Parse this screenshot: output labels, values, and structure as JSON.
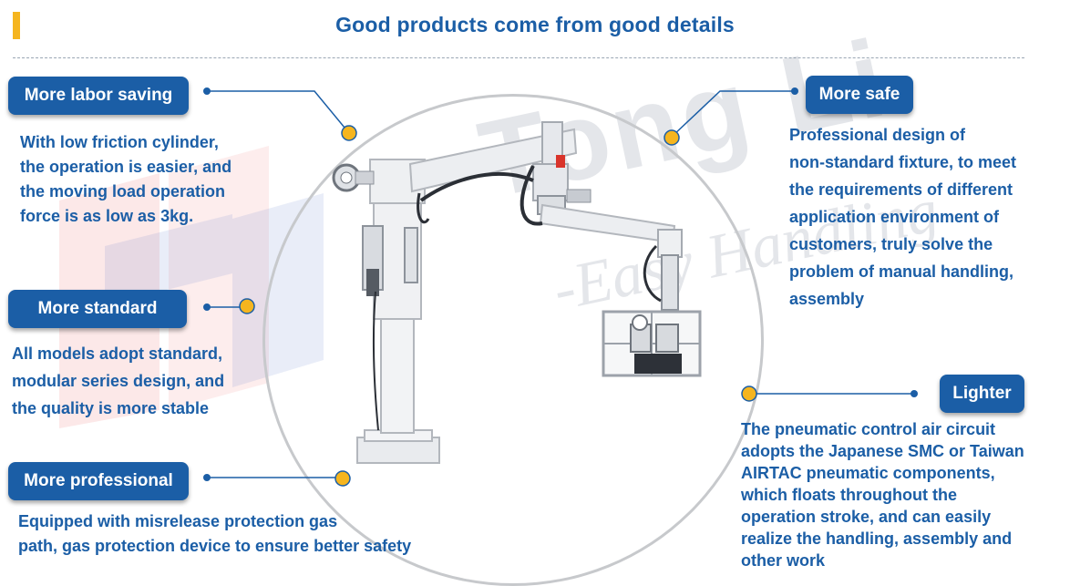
{
  "header": {
    "title": "Good products come from good details"
  },
  "watermark": {
    "brand": "Tong Li",
    "tagline": "-Easy Handling"
  },
  "features": {
    "labor": {
      "label": "More labor saving",
      "lines": [
        "With low friction cylinder,",
        "the operation is easier, and",
        "the moving load operation",
        "force is as low as 3kg."
      ]
    },
    "standard": {
      "label": "More standard",
      "lines": [
        "All models adopt standard,",
        "modular series design, and",
        "the quality is more stable"
      ]
    },
    "professional": {
      "label": "More professional",
      "lines": [
        "Equipped with misrelease protection gas",
        "path, gas protection device to ensure better safety"
      ]
    },
    "safe": {
      "label": "More safe",
      "lines": [
        "Professional design of",
        "non-standard fixture, to meet",
        "the requirements of different",
        "application environment of",
        "customers, truly solve the",
        "problem of manual handling,",
        "assembly"
      ]
    },
    "lighter": {
      "label": "Lighter",
      "lines": [
        "The pneumatic control air circuit",
        "adopts the Japanese SMC or Taiwan",
        "AIRTAC pneumatic components,",
        "which floats throughout the",
        "operation stroke, and can easily",
        "realize the handling, assembly and",
        "other work"
      ]
    }
  },
  "colors": {
    "brand_blue": "#1b5ea6",
    "accent_yellow": "#f5b51f",
    "frame_gray": "#c7c9cc"
  }
}
